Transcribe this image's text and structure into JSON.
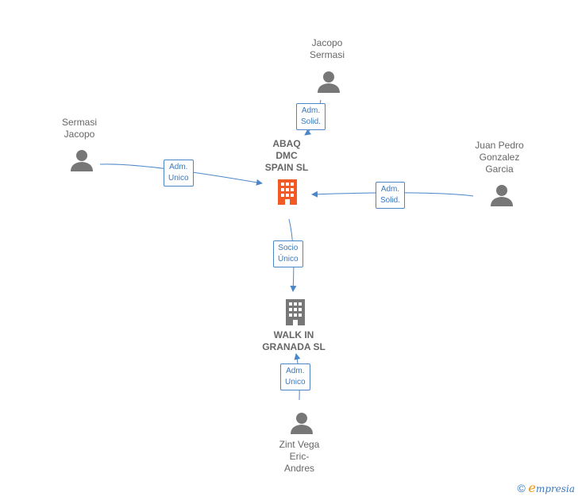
{
  "nodes": {
    "jacopo_sermasi": {
      "label": "Jacopo\nSermasi",
      "icon": "person-icon"
    },
    "sermasi_jacopo": {
      "label": "Sermasi\nJacopo",
      "icon": "person-icon"
    },
    "juan_pedro": {
      "label": "Juan Pedro\nGonzalez\nGarcia",
      "icon": "person-icon"
    },
    "abaq": {
      "label": "ABAQ\nDMC\nSPAIN  SL",
      "icon": "building-icon",
      "color": "#f15a24"
    },
    "walk_in": {
      "label": "WALK IN\nGRANADA  SL",
      "icon": "building-icon",
      "color": "#777777"
    },
    "zint_vega": {
      "label": "Zint Vega\nEric-\nAndres",
      "icon": "person-icon"
    }
  },
  "edges": {
    "jacopo_to_abaq": "Adm.\nSolid.",
    "sermasi_to_abaq": "Adm.\nUnico",
    "juan_to_abaq": "Adm.\nSolid.",
    "abaq_to_walk": "Socio\nÚnico",
    "zint_to_walk": "Adm.\nUnico"
  },
  "colors": {
    "edge": "#4a86c8",
    "person": "#777777"
  },
  "footer": {
    "copyright": "©",
    "brand_e": "e",
    "brand_rest": "mpresia"
  }
}
